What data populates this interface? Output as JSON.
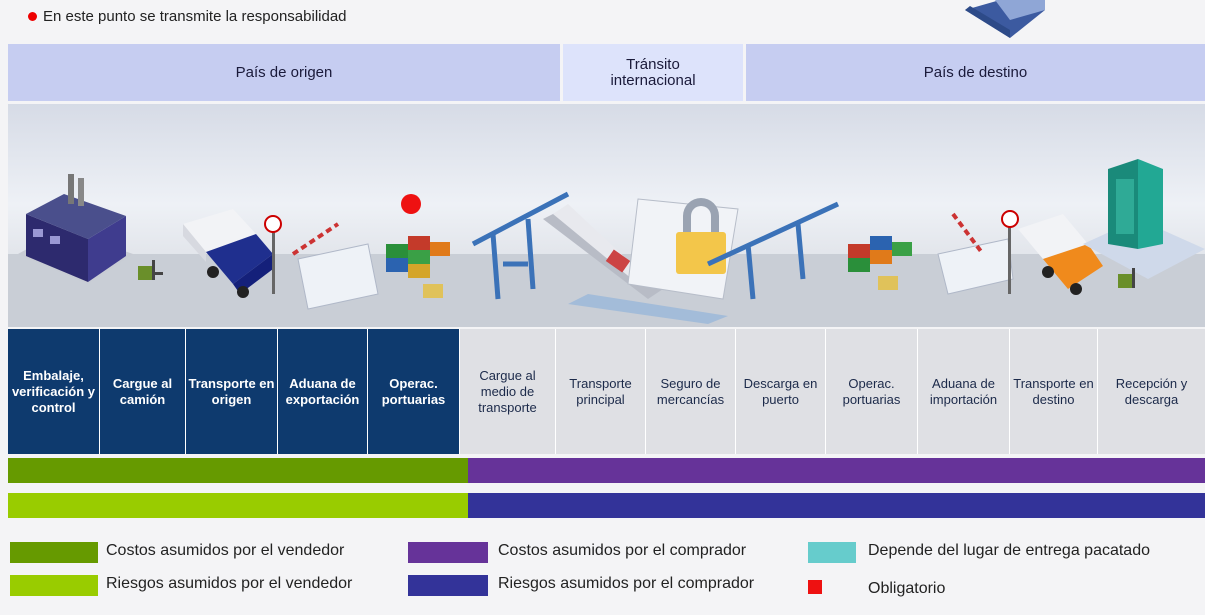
{
  "note": "En este punto se transmite la responsabilidad",
  "regions": {
    "origin": "País de origen",
    "transit": "Tránsito internacional",
    "destination": "País de destino"
  },
  "steps": [
    {
      "label": "Embalaje, verificación y control",
      "phase": "seller"
    },
    {
      "label": "Cargue al camión",
      "phase": "seller"
    },
    {
      "label": "Transporte en origen",
      "phase": "seller"
    },
    {
      "label": "Aduana de exportación",
      "phase": "seller"
    },
    {
      "label": "Operac. portuarias",
      "phase": "seller"
    },
    {
      "label": "Cargue al medio de transporte",
      "phase": "buyer"
    },
    {
      "label": "Transporte principal",
      "phase": "buyer"
    },
    {
      "label": "Seguro de mercancías",
      "phase": "buyer"
    },
    {
      "label": "Descarga en puerto",
      "phase": "buyer"
    },
    {
      "label": "Operac. portuarias",
      "phase": "buyer"
    },
    {
      "label": "Aduana de importación",
      "phase": "buyer"
    },
    {
      "label": "Transporte en destino",
      "phase": "buyer"
    },
    {
      "label": "Recepción y descarga",
      "phase": "buyer"
    }
  ],
  "legend": {
    "seller_costs": "Costos asumidos por el vendedor",
    "seller_risks": "Riesgos asumidos por el vendedor",
    "buyer_costs": "Costos asumidos por el comprador",
    "buyer_risks": "Riesgos asumidos por el comprador",
    "depends": "Depende del lugar de entrega pacatado",
    "mandatory": "Obligatorio"
  },
  "colors": {
    "seller_costs": "#669a00",
    "seller_risks": "#99cc00",
    "buyer_costs": "#663399",
    "buyer_risks": "#333399",
    "depends": "#66cccc",
    "mandatory": "#ee1111",
    "dark_step": "#0e3a6e"
  },
  "icons": [
    "factory-icon",
    "forklift-icon",
    "truck-icon",
    "customs-gate-icon",
    "containers-icon",
    "crane-icon",
    "ship-icon",
    "padlock-document-icon",
    "containers-icon",
    "customs-gate-icon",
    "truck-icon",
    "office-building-icon"
  ]
}
